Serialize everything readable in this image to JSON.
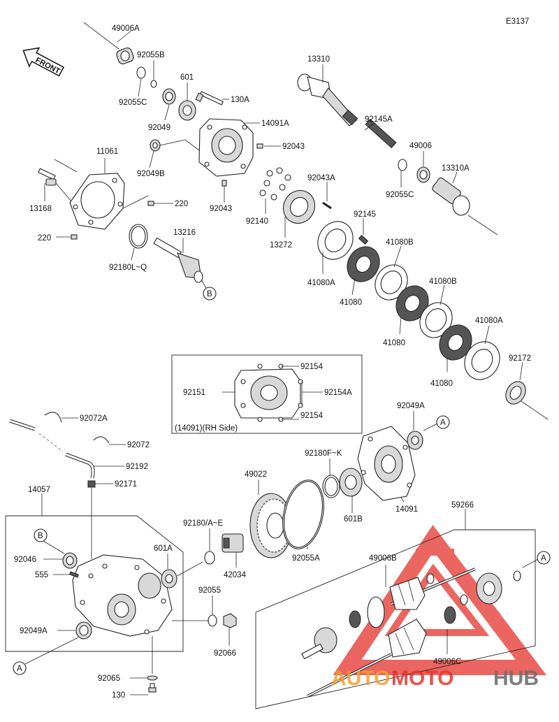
{
  "diagram_code": "E3137",
  "front_label": "FRONT",
  "watermark": {
    "auto": "AUTO",
    "moto": "MOTO",
    "hub": "HUB",
    "color_red": "#e5322d",
    "color_orange": "#f0a030",
    "color_grey": "#6f6f6f"
  },
  "inset_note": "(14091)(RH Side)",
  "parts": {
    "p49006A": "49006A",
    "p92055B": "92055B",
    "p92055C": "92055C",
    "p601": "601",
    "p92049": "92049",
    "p130A": "130A",
    "p14091A": "14091A",
    "p92043a": "92043",
    "p92043b": "92043",
    "p92049B": "92049B",
    "p11061": "11061",
    "p13168": "13168",
    "p220a": "220",
    "p220b": "220",
    "p13216": "13216",
    "p92180LQ": "92180L~Q",
    "p13310": "13310",
    "p92145A": "92145A",
    "p49006": "49006",
    "p92055Ca": "92055C",
    "p13310A": "13310A",
    "p92043A": "92043A",
    "p92140": "92140",
    "p13272": "13272",
    "p92145": "92145",
    "p41080Aa": "41080A",
    "p41080B1": "41080B",
    "p41080a": "41080",
    "p41080b": "41080",
    "p41080B2": "41080B",
    "p41080Ab": "41080A",
    "p41080c": "41080",
    "p92172": "92172",
    "p92154a": "92154",
    "p92151": "92151",
    "p92154A": "92154A",
    "p92154b": "92154",
    "p92072A": "92072A",
    "p92072": "92072",
    "p92192": "92192",
    "p92171": "92171",
    "p14057": "14057",
    "p92046": "92046",
    "p555": "555",
    "p92049A": "92049A",
    "p601A": "601A",
    "p92055": "92055",
    "p92066": "92066",
    "p92065": "92065",
    "p130": "130",
    "p92180AE": "92180/A~E",
    "p42034": "42034",
    "p49022": "49022",
    "p92055A": "92055A",
    "p92180FK": "92180F~K",
    "p601B": "601B",
    "p92049A2": "92049A",
    "p14091": "14091",
    "p59266": "59266",
    "p49006B": "49006B",
    "p49006C": "49006C"
  },
  "refs": {
    "A": "A",
    "B": "B"
  }
}
